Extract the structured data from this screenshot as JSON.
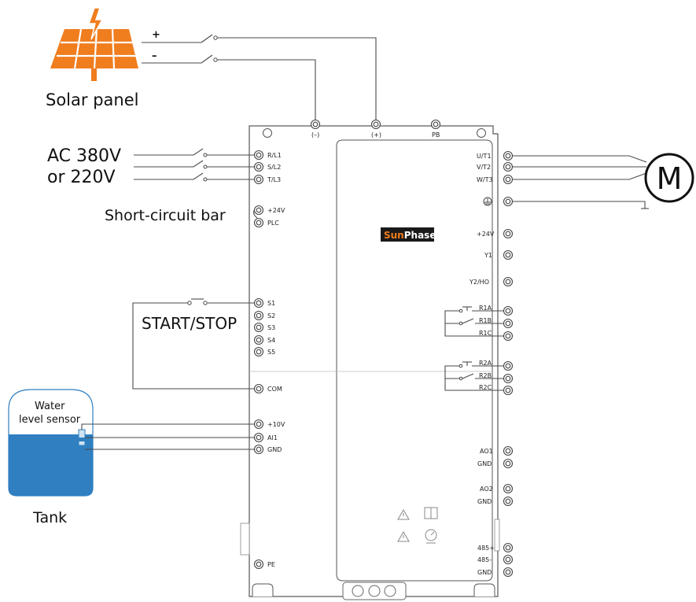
{
  "labels": {
    "solar_panel": "Solar panel",
    "plus": "+",
    "minus": "–",
    "ac_line1": "AC 380V",
    "ac_line2": "or 220V",
    "short_circuit_bar": "Short-circuit bar",
    "start_stop": "START/STOP",
    "sensor_line1": "Water",
    "sensor_line2": "level sensor",
    "tank": "Tank",
    "motor": "M"
  },
  "brand": {
    "part1": "Sun",
    "part2": "Phase"
  },
  "top_terminals": [
    "(–)",
    "(+)",
    "PB"
  ],
  "left_terminals": {
    "power": [
      "R/L1",
      "S/L2",
      "T/L3"
    ],
    "plc": [
      "+24V",
      "PLC"
    ],
    "digital": [
      "S1",
      "S2",
      "S3",
      "S4",
      "S5"
    ],
    "com": "COM",
    "analog": [
      "+10V",
      "AI1",
      "GND"
    ],
    "pe": "PE"
  },
  "right_terminals": {
    "motor": [
      "U/T1",
      "V/T2",
      "W/T3"
    ],
    "outputs": [
      "+24V",
      "Y1",
      "Y2/HO"
    ],
    "relay1": [
      "R1A",
      "R1B",
      "R1C"
    ],
    "relay2": [
      "R2A",
      "R2B",
      "R2C"
    ],
    "ao1": [
      "AO1",
      "GND"
    ],
    "ao2": [
      "AO2",
      "GND"
    ],
    "rs485": [
      "485+",
      "485-",
      "GND"
    ]
  },
  "colors": {
    "solar": "#f07d1e",
    "water": "#2f7fc1",
    "brand_sun": "#f07d1e",
    "brand_bg": "#1a1a1a",
    "wire": "#4a4a4a"
  }
}
